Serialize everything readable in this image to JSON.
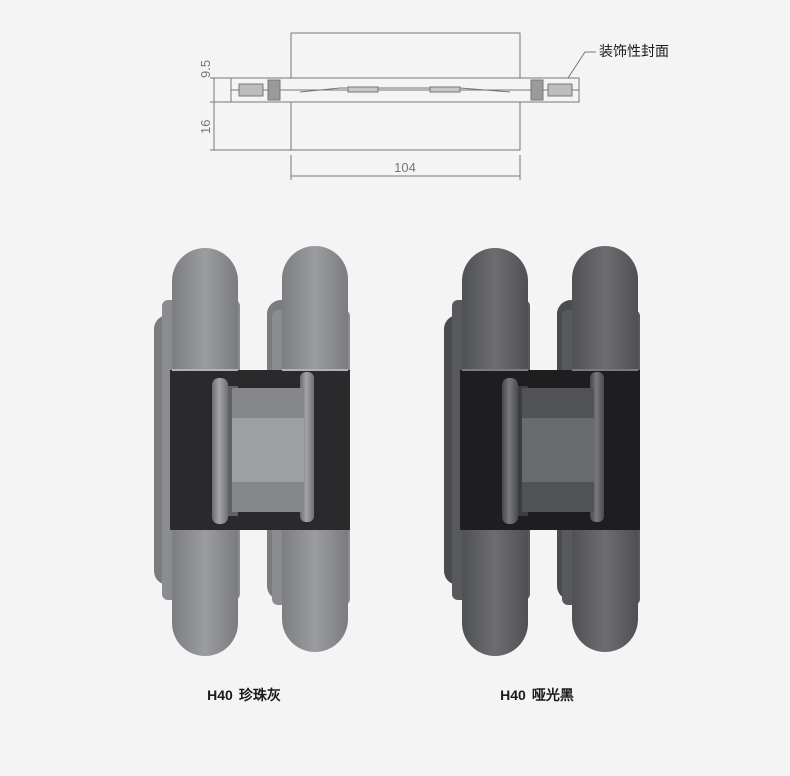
{
  "drawing": {
    "dim_top": "9.5",
    "dim_side": "16",
    "dim_width": "104",
    "callout": "装饰性封面"
  },
  "products": [
    {
      "model": "H40",
      "finish": "珍珠灰",
      "color": "#8c8e92"
    },
    {
      "model": "H40",
      "finish": "哑光黑",
      "color": "#5e5f62"
    }
  ],
  "colors": {
    "line": "#777777",
    "background": "#f4f4f4"
  }
}
